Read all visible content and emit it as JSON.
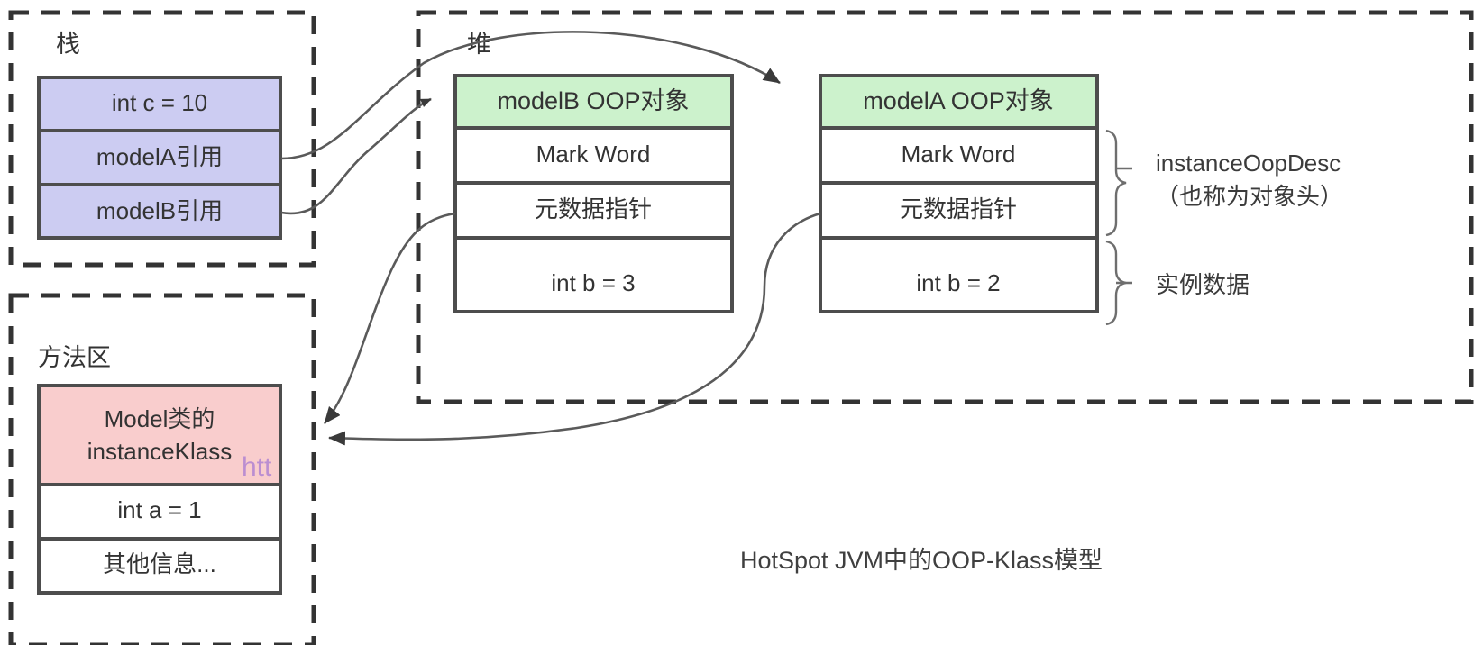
{
  "diagram": {
    "caption": "HotSpot JVM中的OOP-Klass模型",
    "watermark": "htt",
    "colors": {
      "stack_fill": "#ccccf2",
      "heap_header_fill": "#ccf2cc",
      "methodarea_fill": "#f9cdcd",
      "box_stroke": "#4d4d4d",
      "dash_stroke": "#333333",
      "arrow_stroke": "#5a5a5a",
      "text": "#333333"
    },
    "regions": {
      "stack": {
        "label": "栈",
        "rows": [
          {
            "text": "int c = 10"
          },
          {
            "text": "modelA引用"
          },
          {
            "text": "modelB引用"
          }
        ]
      },
      "heap": {
        "label": "堆",
        "objects": [
          {
            "header": "modelB OOP对象",
            "rows": [
              {
                "text": "Mark Word"
              },
              {
                "text": "元数据指针"
              },
              {
                "text": "int b = 3"
              }
            ]
          },
          {
            "header": "modelA OOP对象",
            "rows": [
              {
                "text": "Mark Word"
              },
              {
                "text": "元数据指针"
              },
              {
                "text": "int b = 2"
              }
            ]
          }
        ],
        "annotations": [
          {
            "line1": "instanceOopDesc",
            "line2": "（也称为对象头）"
          },
          {
            "line1": "实例数据",
            "line2": ""
          }
        ]
      },
      "method_area": {
        "label": "方法区",
        "rows": [
          {
            "text": "Model类的",
            "text2": "instanceKlass"
          },
          {
            "text": "int a = 1"
          },
          {
            "text": "其他信息..."
          }
        ]
      }
    },
    "edges": [
      {
        "name": "modelA-ref-to-modelA-oop"
      },
      {
        "name": "modelB-ref-to-modelB-oop"
      },
      {
        "name": "modelB-metadata-to-instanceklass"
      },
      {
        "name": "modelA-metadata-to-instanceklass"
      }
    ]
  }
}
